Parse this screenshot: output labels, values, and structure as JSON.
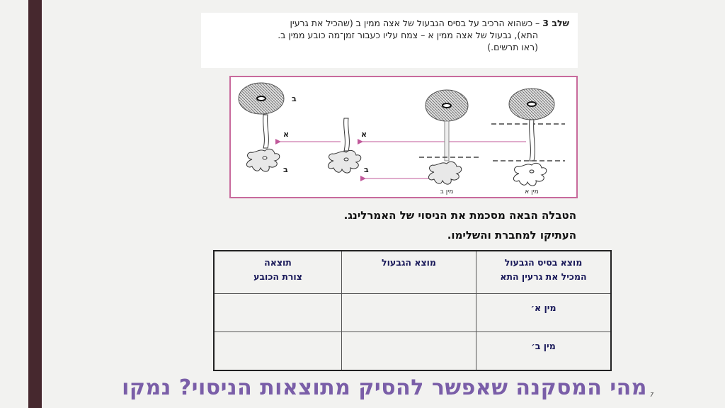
{
  "slide": {
    "number": "7",
    "step": {
      "label": "שלב 3",
      "line1": " – כשהוא הרכיב על בסיס הגבעול של אצה ממין ב (שהכיל את גרעין",
      "line2": "התא), גבעול של אצה ממין א – צמח עליו כעבור זמן־מה כובע ממין ב.",
      "line3": "(ראו תרשים.)"
    },
    "figure": {
      "labels": {
        "species_a": "מין א",
        "species_b": "מין ב",
        "letter_a": "א",
        "letter_b": "ב"
      },
      "colors": {
        "border": "#c86a9c",
        "arrow": "#c0589a"
      }
    },
    "instructions": {
      "line1": "הטבלה הבאה מסכמת את הניסוי של האמרלינג.",
      "line2": "העתיקו למחברת והשלימו."
    },
    "table": {
      "headers": [
        {
          "line1": "מוצא בסיס הגבעול",
          "line2": "המכיל את גרעין התא"
        },
        {
          "line1": "מוצא הגבעול",
          "line2": ""
        },
        {
          "line1": "תוצאה",
          "line2": "צורת הכובע"
        }
      ],
      "rows": [
        {
          "base": "מין א׳",
          "stalk": "",
          "result": ""
        },
        {
          "base": "מין ב׳",
          "stalk": "",
          "result": ""
        }
      ]
    },
    "question": "מהי המסקנה שאפשר להסיק מתוצאות הניסוי? נמקו",
    "colors": {
      "accent_bar": "#46282e",
      "question_text": "#7a5ea8",
      "background": "#f2f2f0"
    }
  }
}
